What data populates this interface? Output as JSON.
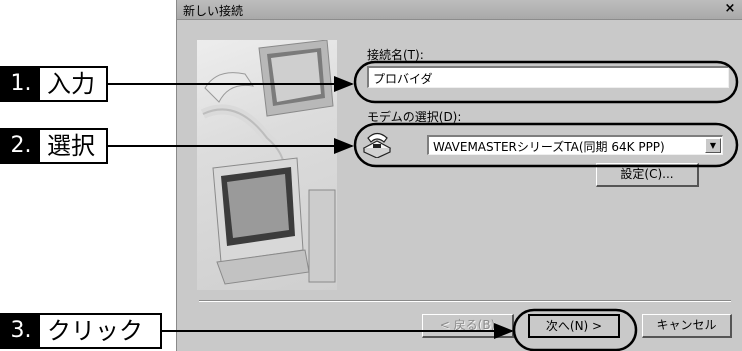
{
  "dialog": {
    "title": "新しい接続",
    "close_glyph": "×",
    "connection_name_label": "接続名(T):",
    "connection_name_value": "プロバイダ",
    "modem_label": "モデムの選択(D):",
    "modem_value": "WAVEMASTERシリーズTA(同期 64K PPP)",
    "settings_button": "設定(C)...",
    "back_button": "< 戻る(B)",
    "next_button": "次へ(N) >",
    "cancel_button": "キャンセル"
  },
  "callouts": [
    {
      "number": "1.",
      "text": "入力"
    },
    {
      "number": "2.",
      "text": "選択"
    },
    {
      "number": "3.",
      "text": "クリック"
    }
  ],
  "icons": {
    "modem": "modem-phone-icon",
    "dropdown": "chevron-down-icon",
    "illustration": "computer-illustration"
  },
  "colors": {
    "dialog_bg": "#c9c9c9",
    "callout_fill": "#000000",
    "callout_text": "#ffffff"
  }
}
